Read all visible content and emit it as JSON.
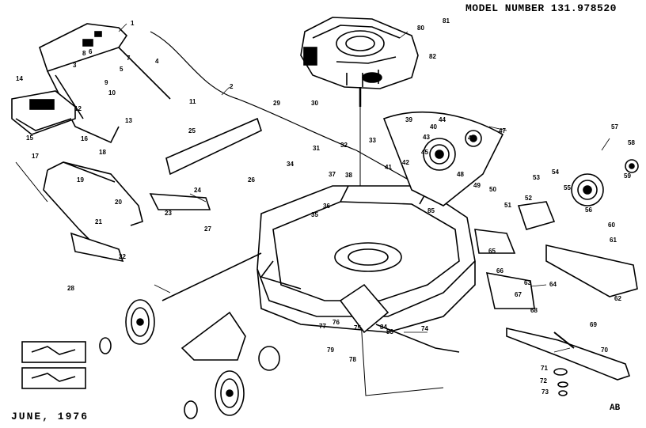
{
  "header": {
    "model_label": "MODEL NUMBER 131.978520"
  },
  "footer": {
    "date": "JUNE, 1976",
    "code": "AB"
  },
  "colors": {
    "ink": "#000000",
    "paper": "#ffffff"
  },
  "callouts": [
    "1",
    "2",
    "3",
    "4",
    "5",
    "6",
    "7",
    "8",
    "9",
    "10",
    "11",
    "12",
    "13",
    "14",
    "15",
    "16",
    "17",
    "18",
    "19",
    "20",
    "21",
    "22",
    "23",
    "24",
    "25",
    "26",
    "27",
    "28",
    "29",
    "30",
    "31",
    "32",
    "33",
    "34",
    "35",
    "36",
    "37",
    "38",
    "39",
    "40",
    "41",
    "42",
    "43",
    "44",
    "45",
    "46",
    "47",
    "48",
    "49",
    "50",
    "51",
    "52",
    "53",
    "54",
    "55",
    "56",
    "57",
    "58",
    "59",
    "60",
    "61",
    "62",
    "63",
    "64",
    "65",
    "66",
    "67",
    "68",
    "69",
    "70",
    "71",
    "72",
    "73",
    "74",
    "75",
    "76",
    "77",
    "78",
    "79",
    "80",
    "81",
    "82",
    "83",
    "84",
    "85"
  ]
}
